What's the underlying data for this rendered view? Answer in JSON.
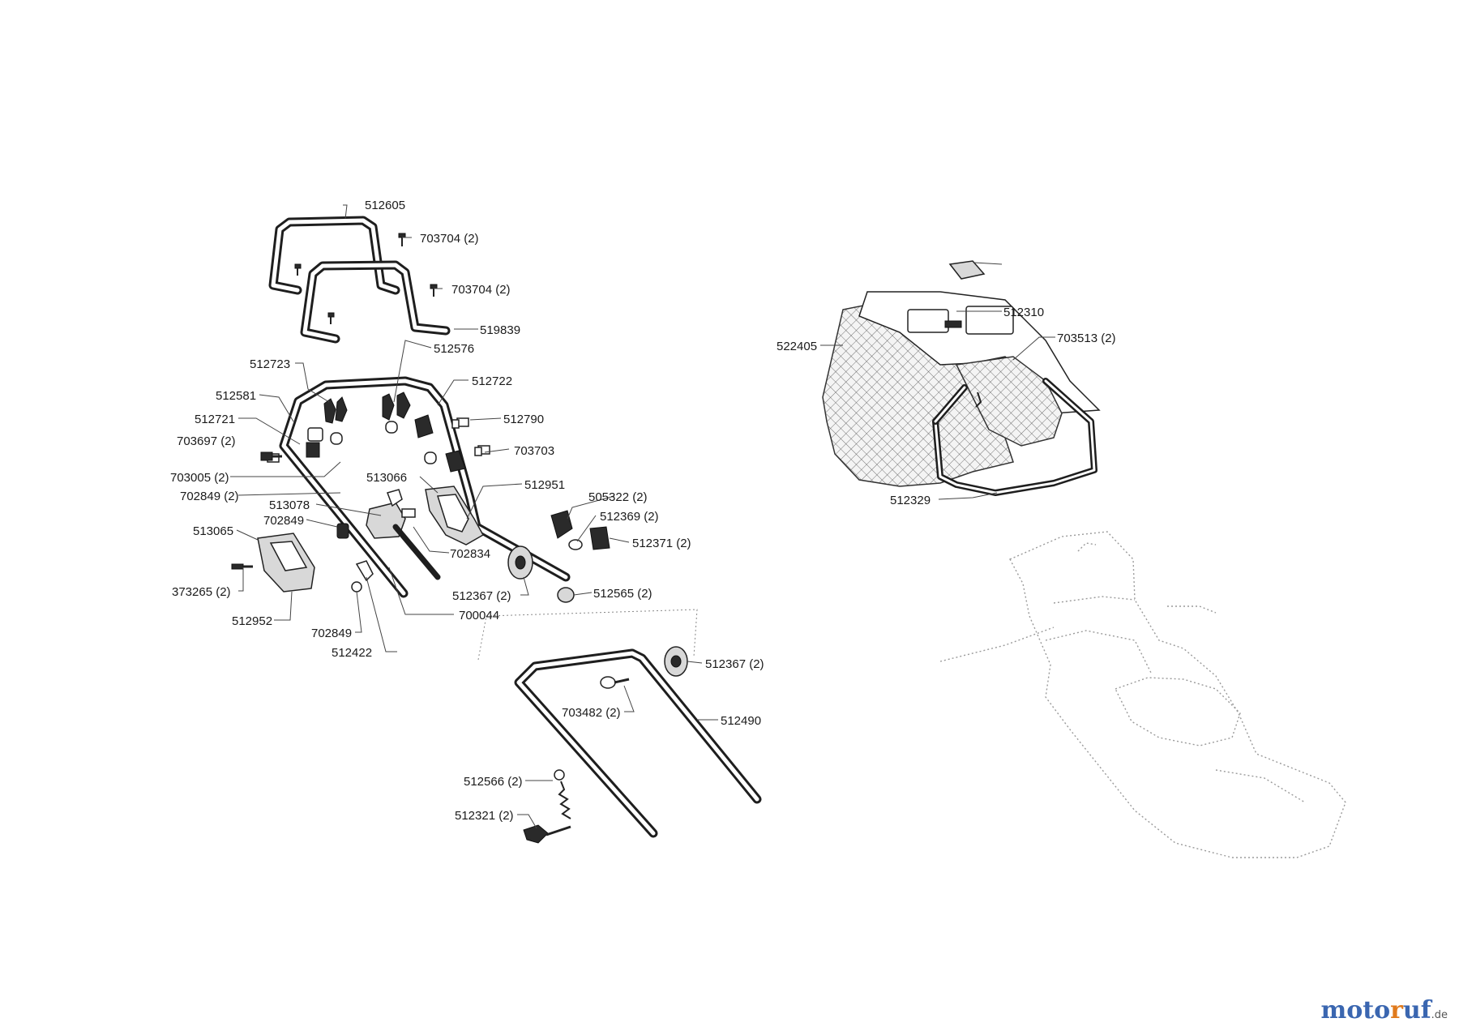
{
  "brand": {
    "part1": "moto",
    "part2": "r",
    "part3": "uf",
    "tld": ".de"
  },
  "colors": {
    "brand_blue": "#3a66b0",
    "brand_orange": "#e07a1c",
    "line": "#1e1e1e"
  },
  "labels": [
    {
      "id": "512605",
      "text": "512605"
    },
    {
      "id": "703704a",
      "text": "703704 (2)"
    },
    {
      "id": "703704b",
      "text": "703704 (2)"
    },
    {
      "id": "519839",
      "text": "519839"
    },
    {
      "id": "512576",
      "text": "512576"
    },
    {
      "id": "512723",
      "text": "512723"
    },
    {
      "id": "512722",
      "text": "512722"
    },
    {
      "id": "512581",
      "text": "512581"
    },
    {
      "id": "512790",
      "text": "512790"
    },
    {
      "id": "512721",
      "text": "512721"
    },
    {
      "id": "703697",
      "text": "703697 (2)"
    },
    {
      "id": "703703",
      "text": "703703"
    },
    {
      "id": "513066",
      "text": "513066"
    },
    {
      "id": "703005",
      "text": "703005 (2)"
    },
    {
      "id": "702849a",
      "text": "702849 (2)"
    },
    {
      "id": "512951",
      "text": "512951"
    },
    {
      "id": "513078",
      "text": "513078"
    },
    {
      "id": "505322",
      "text": "505322 (2)"
    },
    {
      "id": "702849b",
      "text": "702849"
    },
    {
      "id": "512369",
      "text": "512369 (2)"
    },
    {
      "id": "513065",
      "text": "513065"
    },
    {
      "id": "512371",
      "text": "512371 (2)"
    },
    {
      "id": "702834",
      "text": "702834"
    },
    {
      "id": "373265",
      "text": "373265 (2)"
    },
    {
      "id": "512367a",
      "text": "512367 (2)"
    },
    {
      "id": "512565",
      "text": "512565 (2)"
    },
    {
      "id": "512952",
      "text": "512952"
    },
    {
      "id": "700044",
      "text": "700044"
    },
    {
      "id": "702849c",
      "text": "702849"
    },
    {
      "id": "512422",
      "text": "512422"
    },
    {
      "id": "512367b",
      "text": "512367 (2)"
    },
    {
      "id": "703482",
      "text": "703482 (2)"
    },
    {
      "id": "512490",
      "text": "512490"
    },
    {
      "id": "512566",
      "text": "512566 (2)"
    },
    {
      "id": "512321",
      "text": "512321 (2)"
    },
    {
      "id": "512310",
      "text": "512310"
    },
    {
      "id": "522405",
      "text": "522405"
    },
    {
      "id": "703513",
      "text": "703513 (2)"
    },
    {
      "id": "512329",
      "text": "512329"
    }
  ]
}
